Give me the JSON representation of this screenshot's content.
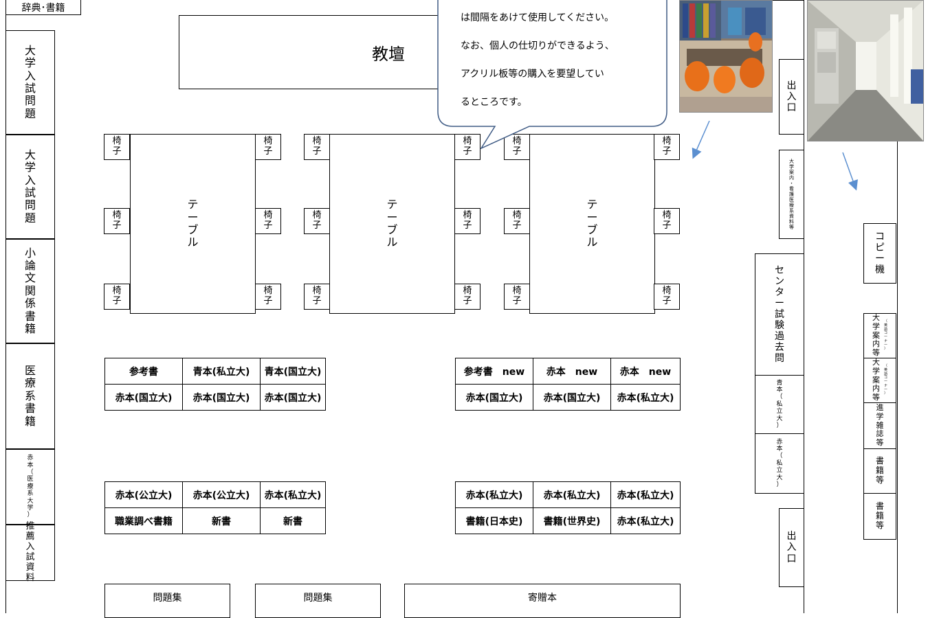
{
  "top_left_label": "辞典･書籍",
  "teacher_desk": "教壇",
  "left_shelves": [
    "大学入試問題",
    "大学入試問題",
    "小論文関係書籍",
    "医療系書籍",
    "赤本（医療系大学）",
    "推薦入試資料"
  ],
  "chair_label": "椅子",
  "table_label": "テーブル",
  "entrance_label": "出入口",
  "university_guide_nursing": "大学案内・看護医療系資料等",
  "center_exam": "センター試験過去問",
  "aohon_shiritsu": "青本（私立大）",
  "akahon_shiritsu": "赤本（私立大）",
  "copier": "コピー機",
  "right_column": {
    "item1_main": "大学案内等",
    "item1_note": "（英語コーナー）",
    "item2_main": "大学案内等",
    "item2_note": "（英語コーナー）",
    "item3": "進学雑誌等",
    "item4": "書籍等",
    "item5": "書籍等"
  },
  "shelf_grid_1": [
    [
      "参考書",
      "青本(私立大)",
      "青本(国立大)"
    ],
    [
      "赤本(国立大)",
      "赤本(国立大)",
      "赤本(国立大)"
    ]
  ],
  "shelf_grid_2": [
    [
      "参考書　new",
      "赤本　new",
      "赤本　new"
    ],
    [
      "赤本(国立大)",
      "赤本(国立大)",
      "赤本(私立大)"
    ]
  ],
  "shelf_grid_3": [
    [
      "赤本(公立大)",
      "赤本(公立大)",
      "赤本(私立大)"
    ],
    [
      "職業調べ書籍",
      "新書",
      "新書"
    ]
  ],
  "shelf_grid_4": [
    [
      "赤本(私立大)",
      "赤本(私立大)",
      "赤本(私立大)"
    ],
    [
      "書籍(日本史)",
      "書籍(世界史)",
      "赤本(私立大)"
    ]
  ],
  "bottom_shelves": [
    "問題集",
    "問題集",
    "寄贈本"
  ],
  "callout_lines": [
    "は間隔をあけて使用してください。",
    "なお、個人の仕切りができるよう、",
    "アクリル板等の購入を要望してい",
    "るところです。"
  ]
}
